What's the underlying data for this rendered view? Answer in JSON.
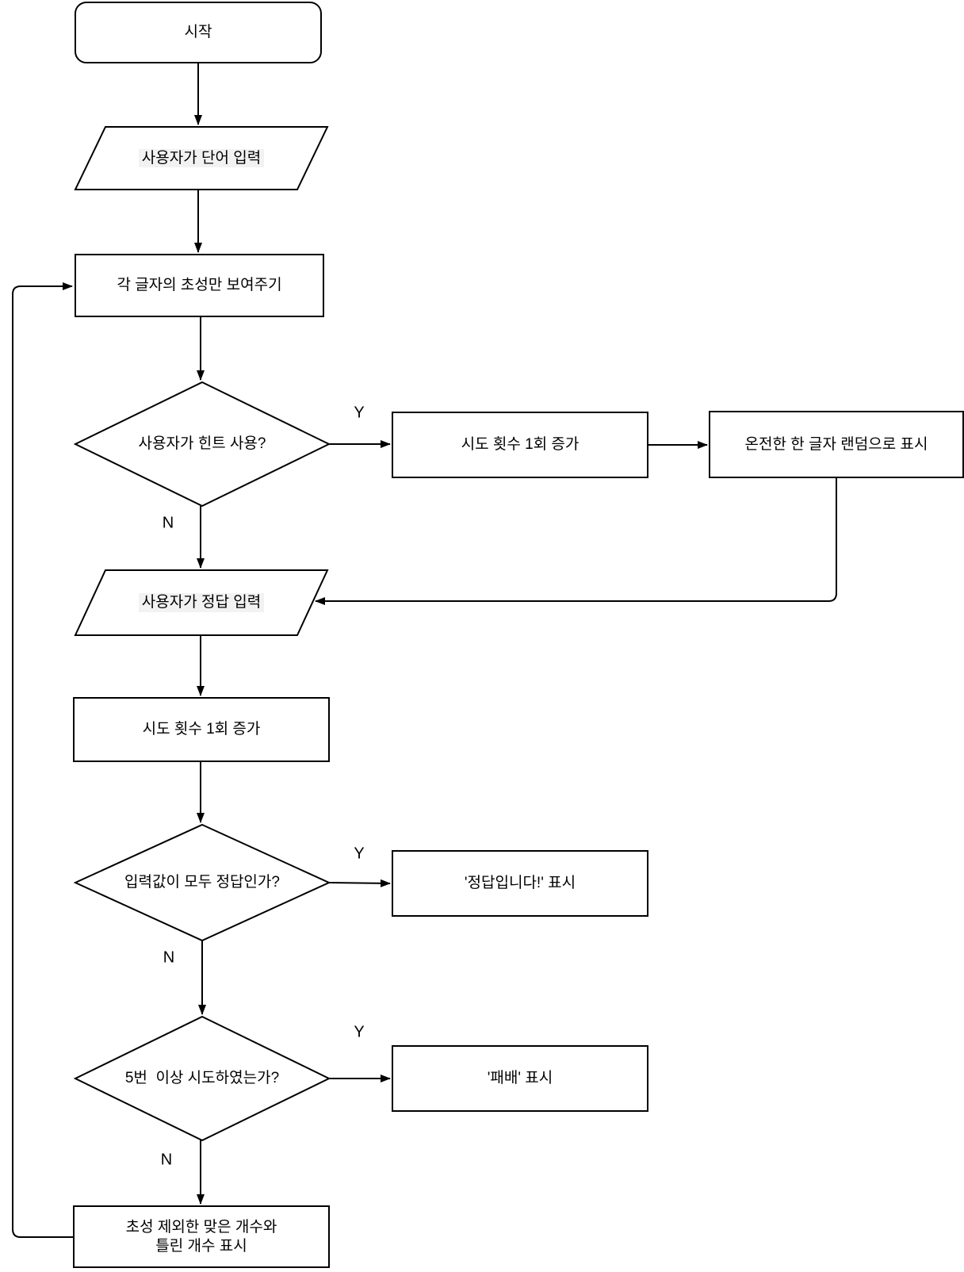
{
  "flowchart": {
    "kind": "flowchart",
    "language": "Korean",
    "colors": {
      "stroke": "#000000",
      "fill": "#ffffff",
      "background": "#ffffff",
      "text": "#000000"
    },
    "nodes": {
      "start": {
        "shape": "rounded-rectangle",
        "label": "시작"
      },
      "input_word": {
        "shape": "parallelogram",
        "label": "사용자가 단어 입력"
      },
      "show_initials": {
        "shape": "rectangle",
        "label": "각 글자의 초성만 보여주기"
      },
      "hint_decision": {
        "shape": "diamond",
        "label": "사용자가 힌트 사용?"
      },
      "hint_increment": {
        "shape": "rectangle",
        "label": "시도 횟수 1회 증가"
      },
      "reveal_letter": {
        "shape": "rectangle",
        "label": "온전한 한 글자 랜덤으로 표시"
      },
      "input_answer": {
        "shape": "parallelogram",
        "label": "사용자가 정답 입력"
      },
      "try_increment": {
        "shape": "rectangle",
        "label": "시도 횟수 1회 증가"
      },
      "all_correct": {
        "shape": "diamond",
        "label": "입력값이 모두 정답인가?"
      },
      "show_win": {
        "shape": "rectangle",
        "label": "'정답입니다!' 표시"
      },
      "five_tries": {
        "shape": "diamond",
        "label": "5번  이상 시도하였는가?"
      },
      "show_lose": {
        "shape": "rectangle",
        "label": "'패배' 표시"
      },
      "show_counts": {
        "shape": "rectangle",
        "label": "초성 제외한 맞은 개수와\n틀린 개수 표시"
      }
    },
    "edge_labels": {
      "yes": "Y",
      "no": "N"
    }
  }
}
